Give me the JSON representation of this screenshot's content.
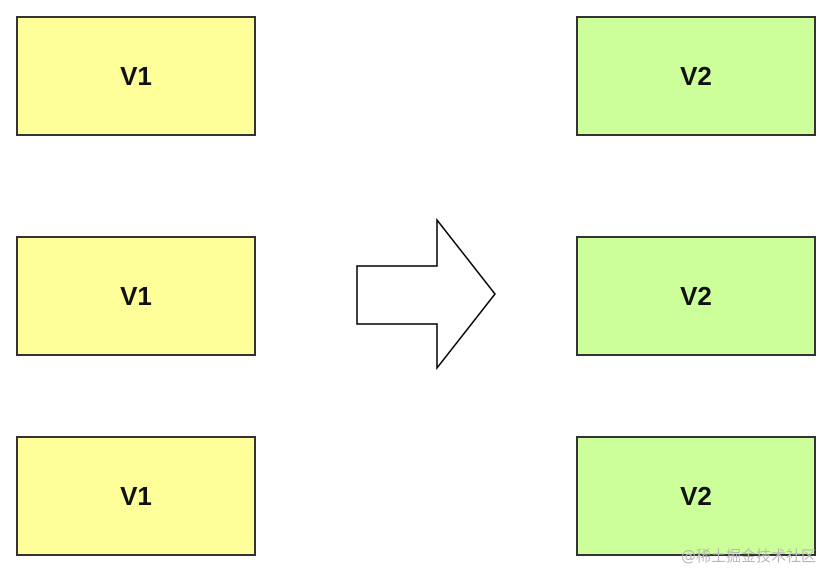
{
  "left_column": {
    "boxes": [
      {
        "label": "V1"
      },
      {
        "label": "V1"
      },
      {
        "label": "V1"
      }
    ],
    "fill_color": "#ffff99"
  },
  "right_column": {
    "boxes": [
      {
        "label": "V2"
      },
      {
        "label": "V2"
      },
      {
        "label": "V2"
      }
    ],
    "fill_color": "#ccff99"
  },
  "arrow": {
    "icon": "right-arrow-icon",
    "fill_color": "#ffffff",
    "stroke_color": "#000000"
  },
  "watermark": {
    "text": "@稀土掘金技术社区"
  }
}
